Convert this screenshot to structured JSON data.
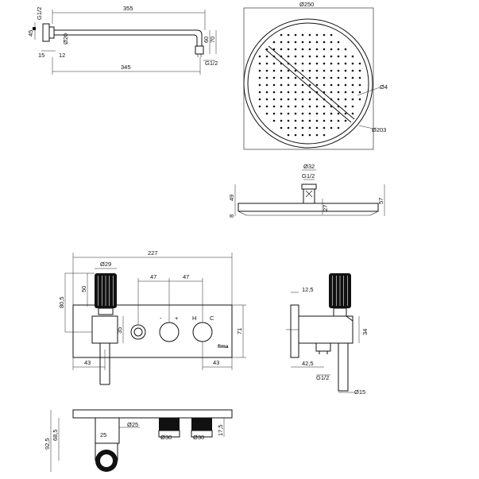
{
  "arm": {
    "dim_355": "355",
    "dim_345": "345",
    "dim_45": "45",
    "dim_g12_top": "G1/2",
    "dim_d20": "Ø20",
    "dim_60": "60",
    "dim_70": "70",
    "dim_g12_end": "G1/2",
    "dim_15": "15",
    "dim_12": "12"
  },
  "head": {
    "dim_d250": "Ø250",
    "dim_d4": "Ø4",
    "dim_d203": "Ø203"
  },
  "side": {
    "dim_d32": "Ø32",
    "dim_g12": "G1/2",
    "dim_49": "49",
    "dim_8": "8",
    "dim_27": "27",
    "dim_57": "57"
  },
  "mixer": {
    "dim_227": "227",
    "dim_d29": "Ø29",
    "dim_47a": "47",
    "dim_47b": "47",
    "dim_50": "50",
    "dim_80_5": "80,5",
    "dim_35": "35",
    "dim_71": "71",
    "dim_43_left": "43",
    "dim_43_right": "43",
    "symbol_minus": "-",
    "symbol_plus": "+",
    "symbol_h": "H",
    "symbol_c": "C",
    "brand": "fima"
  },
  "mixer_side": {
    "dim_12_5": "12,5",
    "dim_34": "34",
    "dim_42_5": "42,5",
    "dim_g12": "G1/2",
    "dim_d15": "Ø15"
  },
  "mixer_top": {
    "dim_92_5": "92,5",
    "dim_68_5": "68,5",
    "dim_25": "25",
    "dim_d25": "Ø25",
    "dim_d30a": "Ø30",
    "dim_d30b": "Ø30",
    "dim_17_5": "17,5"
  }
}
